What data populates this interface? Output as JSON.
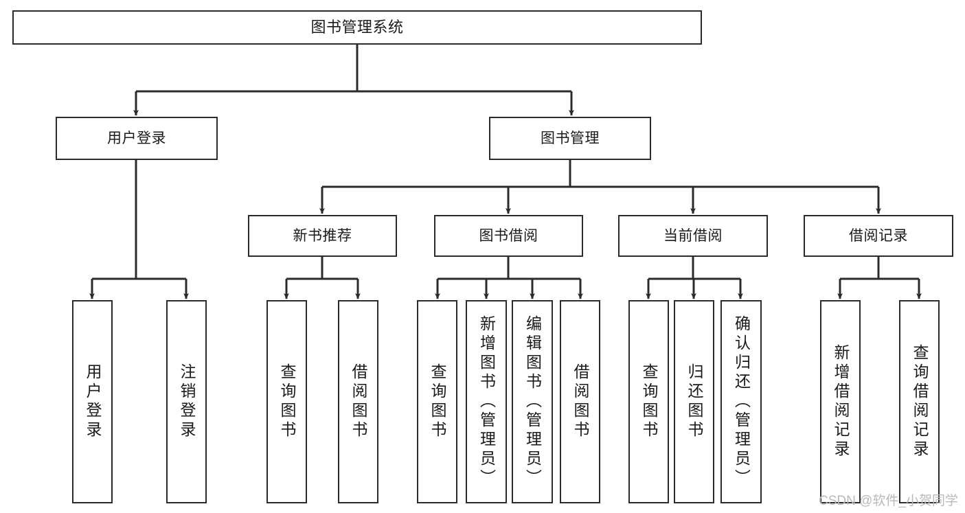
{
  "diagram": {
    "title": "图书管理系统",
    "watermark": "CSDN @软件_小贺同学",
    "colors": {
      "stroke": "#2b2b2b",
      "fill": "#ffffff",
      "text": "#1a1a1a",
      "watermark": "#b9b9b9"
    },
    "nodes": {
      "root": {
        "label": "图书管理系统"
      },
      "level1": [
        {
          "label": "用户登录"
        },
        {
          "label": "图书管理"
        }
      ],
      "level2": [
        {
          "label": "新书推荐"
        },
        {
          "label": "图书借阅"
        },
        {
          "label": "当前借阅"
        },
        {
          "label": "借阅记录"
        }
      ],
      "leaves_user_login": [
        {
          "label": "用户登录"
        },
        {
          "label": "注销登录"
        }
      ],
      "leaves_new_book": [
        {
          "label": "查询图书"
        },
        {
          "label": "借阅图书"
        }
      ],
      "leaves_borrow": [
        {
          "label": "查询图书"
        },
        {
          "label": "新增图书（管理员）"
        },
        {
          "label": "编辑图书（管理员）"
        },
        {
          "label": "借阅图书"
        }
      ],
      "leaves_current": [
        {
          "label": "查询图书"
        },
        {
          "label": "归还图书"
        },
        {
          "label": "确认归还（管理员）"
        }
      ],
      "leaves_record": [
        {
          "label": "新增借阅记录"
        },
        {
          "label": "查询借阅记录"
        }
      ]
    }
  }
}
